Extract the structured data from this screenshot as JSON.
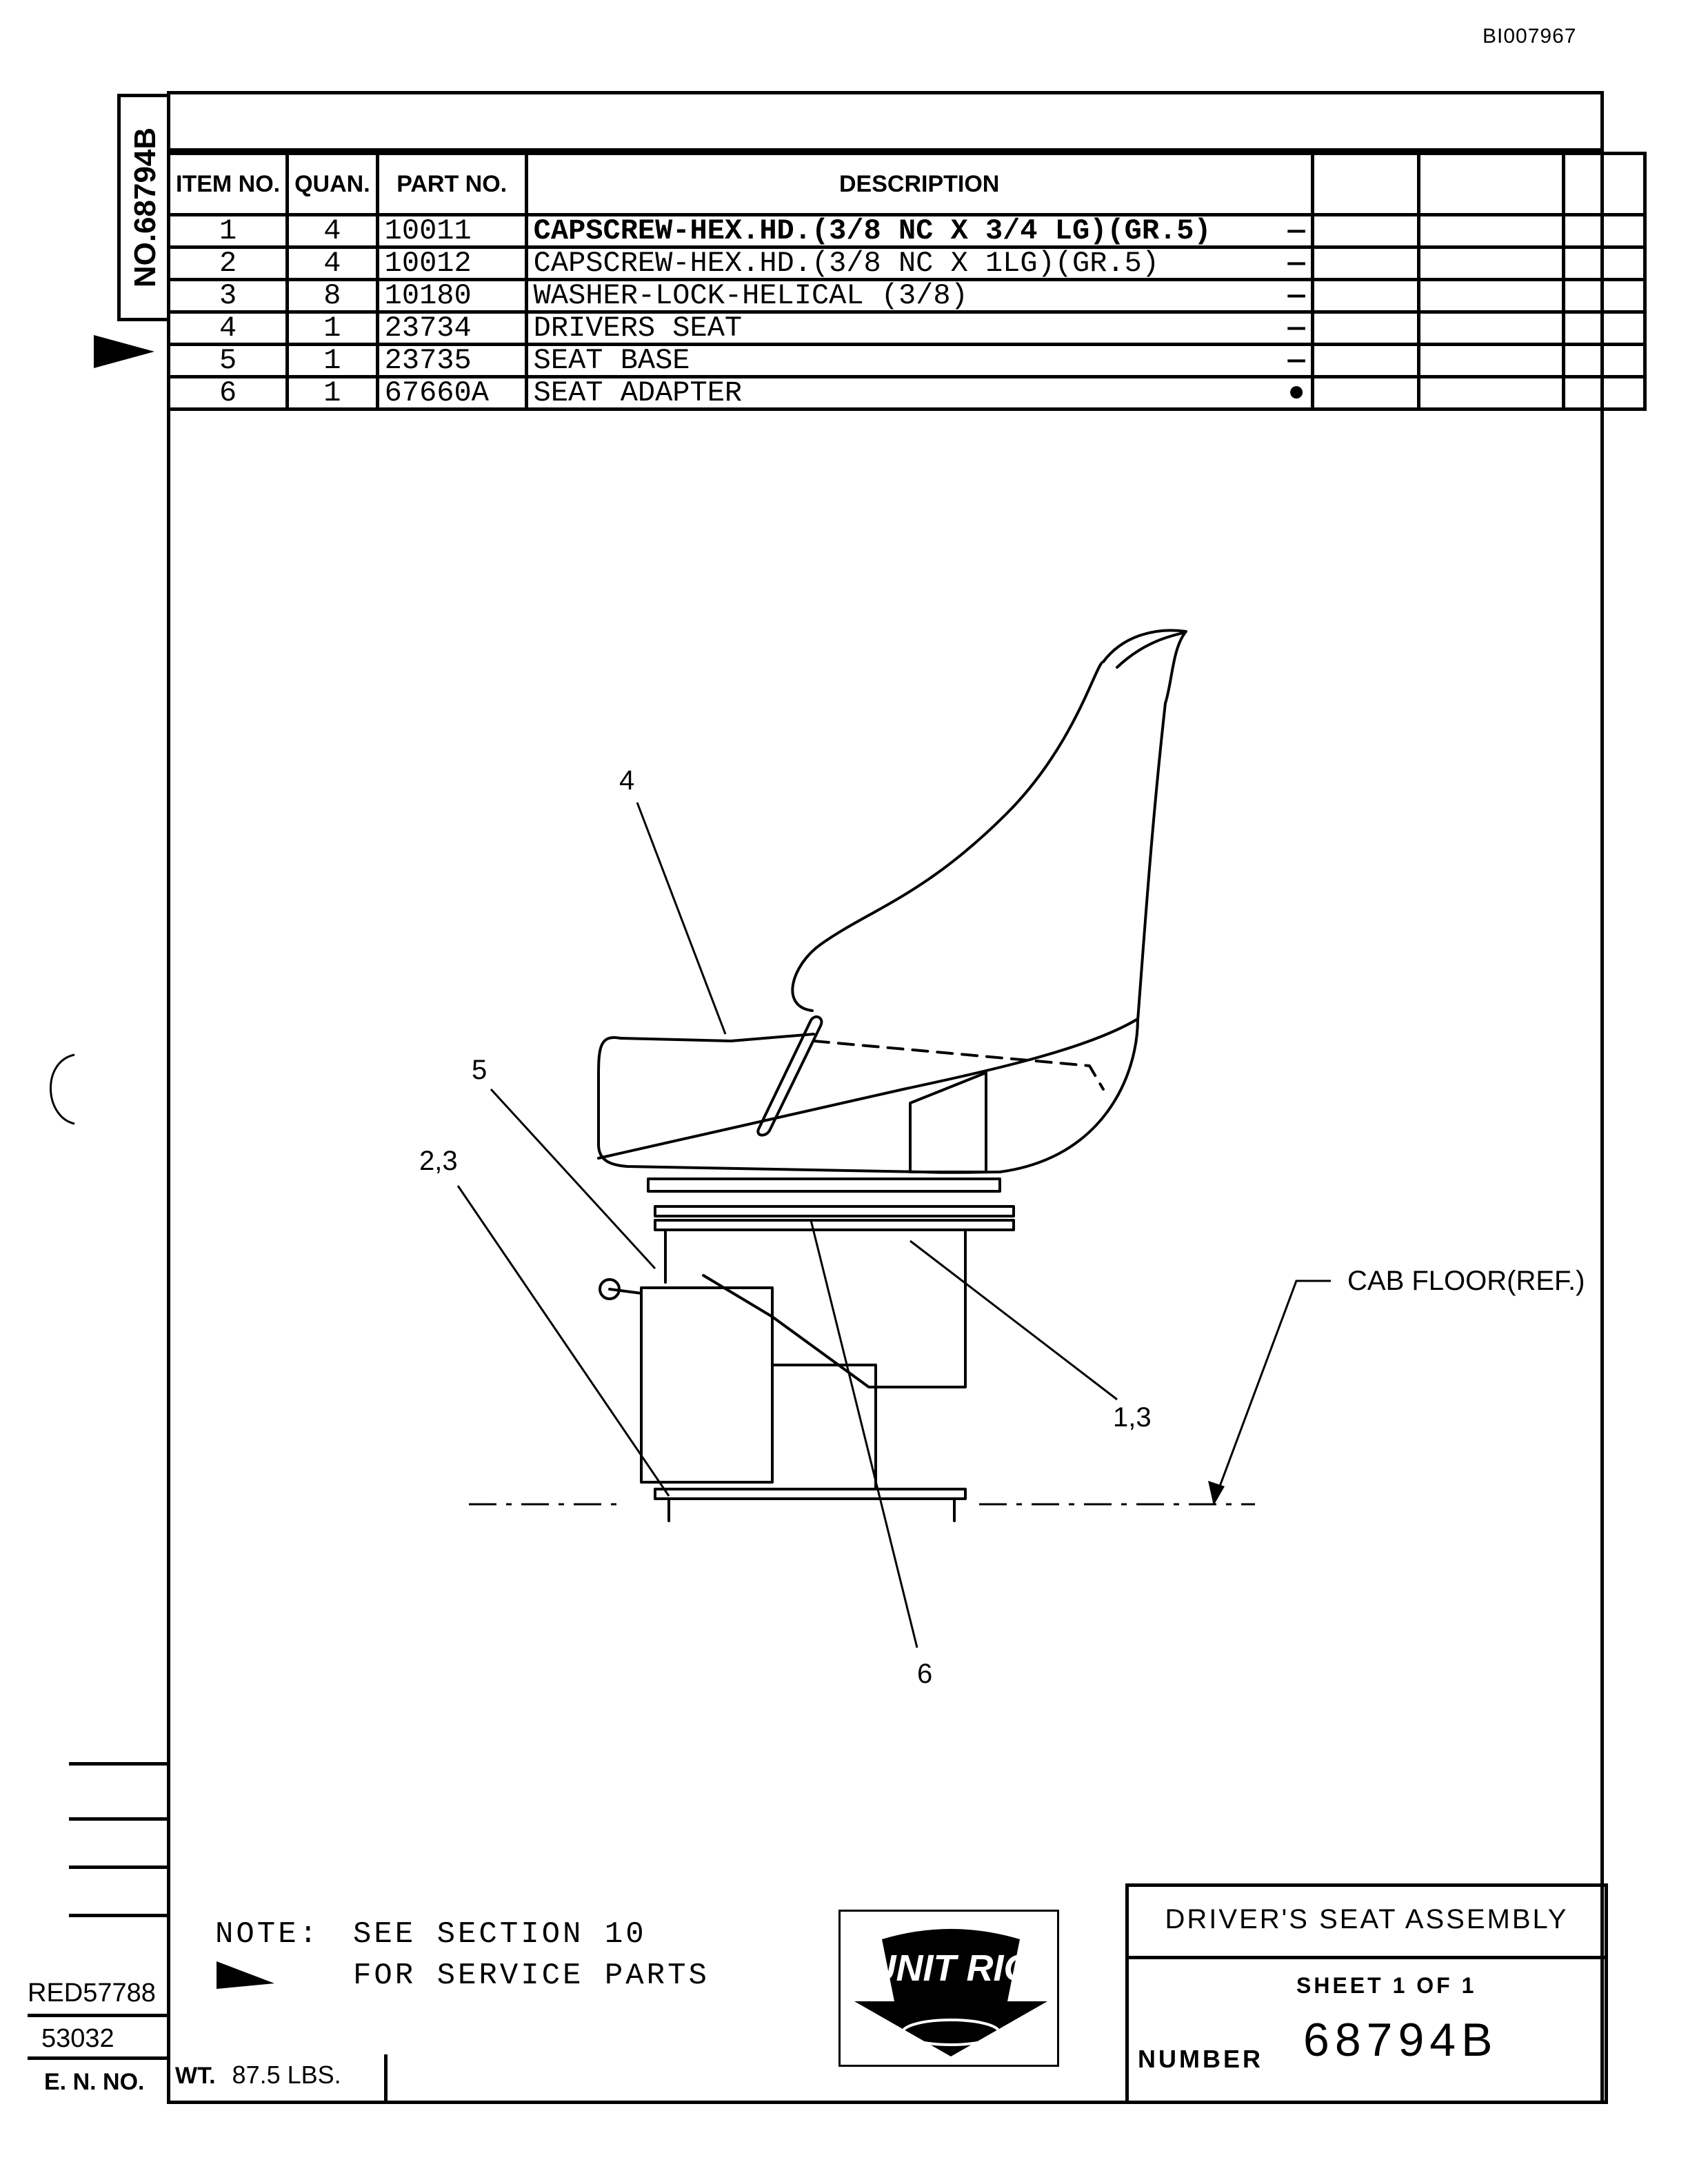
{
  "doc_id": "BI007967",
  "side_tab": "NO.68794B",
  "bom": {
    "headers": {
      "item": "ITEM NO.",
      "quan": "QUAN.",
      "part": "PART NO.",
      "desc": "DESCRIPTION"
    },
    "rows": [
      {
        "item": "1",
        "quan": "4",
        "part": "10011",
        "desc": "CAPSCREW-HEX.HD.(3/8 NC X 3/4 LG)(GR.5)",
        "mark": "—"
      },
      {
        "item": "2",
        "quan": "4",
        "part": "10012",
        "desc": "CAPSCREW-HEX.HD.(3/8 NC X 1LG)(GR.5)",
        "mark": "—"
      },
      {
        "item": "3",
        "quan": "8",
        "part": "10180",
        "desc": "WASHER-LOCK-HELICAL (3/8)",
        "mark": "—"
      },
      {
        "item": "4",
        "quan": "1",
        "part": "23734",
        "desc": "DRIVERS SEAT",
        "mark": "—"
      },
      {
        "item": "5",
        "quan": "1",
        "part": "23735",
        "desc": "SEAT BASE",
        "mark": "—"
      },
      {
        "item": "6",
        "quan": "1",
        "part": "67660A",
        "desc": "SEAT ADAPTER",
        "mark": "●"
      }
    ]
  },
  "callouts": {
    "c4": "4",
    "c5": "5",
    "c23": "2,3",
    "c13": "1,3",
    "c6": "6",
    "cab_floor": "CAB FLOOR(REF.)"
  },
  "note": {
    "label": "NOTE:",
    "line1": "SEE SECTION 10",
    "line2": "FOR SERVICE PARTS"
  },
  "title_block": {
    "title": "DRIVER'S SEAT ASSEMBLY",
    "sheet": "SHEET  1  OF  1",
    "number_label": "NUMBER",
    "number": "68794B"
  },
  "logo_text": "UNIT RIG",
  "left_block": {
    "ref1": "RED57788",
    "ref2": "53032",
    "en_label": "E. N. NO."
  },
  "weight": {
    "label": "WT.",
    "value": "87.5 LBS."
  }
}
